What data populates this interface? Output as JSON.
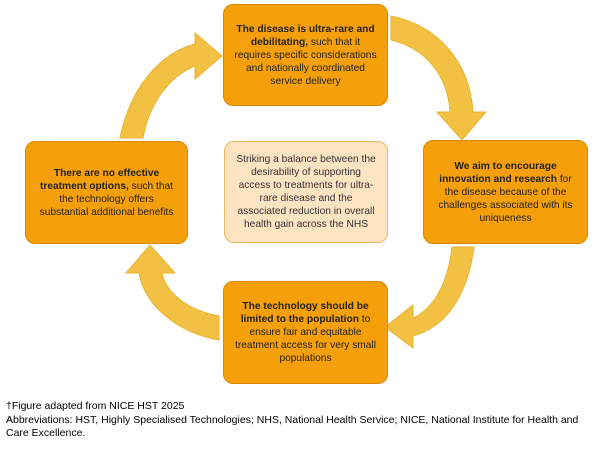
{
  "diagram": {
    "colors": {
      "box_fill": "#F5A00A",
      "center_fill": "#FCE3C2",
      "arrow_fill": "#F2C144"
    },
    "top_box": {
      "bold": "The disease is ultra-rare and debilitating,",
      "text": " such that it requires specific considerations and nationally coordinated service delivery"
    },
    "right_box": {
      "bold": "We aim to encourage innovation and research",
      "text": " for the disease because of the challenges associated with its uniqueness"
    },
    "bottom_box": {
      "bold": "The technology should be limited to the population",
      "text": " to ensure fair and equitable treatment access for very small populations"
    },
    "left_box": {
      "bold": "There are no effective treatment options,",
      "text": " such that the technology offers substantial additional benefits"
    },
    "center_box": {
      "text": "Striking a balance between the desirability of supporting access to treatments for ultra-rare disease and the associated reduction in overall health gain across the NHS"
    }
  },
  "footnote": {
    "source": "†Figure adapted from NICE HST 2025",
    "abbreviations": "Abbreviations: HST, Highly Specialised Technologies; NHS, National Health Service; NICE, National Institute for Health and Care Excellence."
  }
}
